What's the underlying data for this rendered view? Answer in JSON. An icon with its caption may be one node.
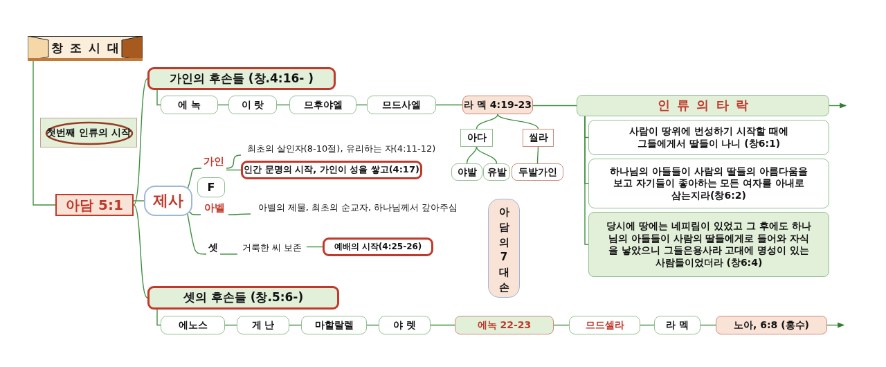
{
  "diagram": {
    "nodes": [
      {
        "text": [
          "창 조 시 대"
        ]
      },
      {
        "text": [
          "첫번째 인류의 시작"
        ]
      },
      {
        "text": [
          "아담 5:1"
        ]
      },
      {
        "text": [
          "제사"
        ]
      },
      {
        "text": [
          "가인의 후손들 (창.4:16- )"
        ]
      },
      {
        "text": [
          "에 녹"
        ]
      },
      {
        "text": [
          "이 랏"
        ]
      },
      {
        "text": [
          "므후야엘"
        ]
      },
      {
        "text": [
          "므드사엘"
        ]
      },
      {
        "text": [
          "라 멕 4:19-23"
        ]
      },
      {
        "text": [
          "인 류 의 타 락"
        ]
      },
      {
        "text": [
          "아다"
        ]
      },
      {
        "text": [
          "씰라"
        ]
      },
      {
        "text": [
          "야발"
        ]
      },
      {
        "text": [
          "유발"
        ]
      },
      {
        "text": [
          "두발가인"
        ]
      },
      {
        "text": [
          "사람이 땅위에 번성하기 시작할 때에 그들에게서 딸들이 나니 (창6:1)"
        ]
      },
      {
        "text": [
          "하나님의 아들들이 사람의 딸들의 아름다움을 보고 자기들이 좋아하는 모든 여자를 아내로 삼는지라(창6:2)"
        ]
      },
      {
        "text": [
          "당시에 땅에는 네피림이 있었고 그 후에도 하나님의 아들들이 사람의 딸들에게로 들어와 자식을 낳았으니 그들은용사라 고대에 명성이 있는 사람들이었더라 (창6:4)"
        ]
      },
      {
        "text": [
          "가인"
        ]
      },
      {
        "text": [
          "최초의 살인자(8-10절), 유리하는 자(4:11-12)"
        ]
      },
      {
        "text": [
          "인간 문명의 시작, 가인이 성을 쌓고(4:17)"
        ]
      },
      {
        "text": [
          "F"
        ]
      },
      {
        "text": [
          "아벨"
        ]
      },
      {
        "text": [
          "아벨의 제물, 최초의 순교자, 하나님께서 갚아주심"
        ]
      },
      {
        "text": [
          "셋"
        ]
      },
      {
        "text": [
          "거룩한 씨 보존"
        ]
      },
      {
        "text": [
          "예배의 시작(4:25-26)"
        ]
      },
      {
        "text": [
          "아담의 7대손"
        ]
      },
      {
        "text": [
          "셋의 후손들 (창.5:6-)"
        ]
      },
      {
        "text": [
          "에노스"
        ]
      },
      {
        "text": [
          "게 난"
        ]
      },
      {
        "text": [
          "마할랄렐"
        ]
      },
      {
        "text": [
          "야 렛"
        ]
      },
      {
        "text": [
          "에녹 22-23"
        ]
      },
      {
        "text": [
          "므드셀라"
        ]
      },
      {
        "text": [
          "라 멕"
        ]
      },
      {
        "text": [
          "노아, 6:8 (홍수)"
        ]
      }
    ],
    "edges": [
      {
        "from": 0,
        "to": 2,
        "arrow": "none"
      },
      {
        "from": 2,
        "to": 3,
        "arrow": "none"
      },
      {
        "from": 2,
        "to": 4,
        "arrow": "none"
      },
      {
        "from": 2,
        "to": 29,
        "arrow": "none"
      },
      {
        "from": 4,
        "to": 5,
        "arrow": "none"
      },
      {
        "from": 5,
        "to": 6,
        "arrow": "none"
      },
      {
        "from": 6,
        "to": 7,
        "arrow": "none"
      },
      {
        "from": 7,
        "to": 8,
        "arrow": "none"
      },
      {
        "from": 8,
        "to": 9,
        "arrow": "none"
      },
      {
        "from": 9,
        "to": 10,
        "arrow": "none"
      },
      {
        "from": 10,
        "to": null,
        "arrow": "to"
      },
      {
        "from": 9,
        "to": 11,
        "arrow": "none"
      },
      {
        "from": 9,
        "to": 12,
        "arrow": "none"
      },
      {
        "from": 11,
        "to": 13,
        "arrow": "none"
      },
      {
        "from": 11,
        "to": 14,
        "arrow": "none"
      },
      {
        "from": 12,
        "to": 15,
        "arrow": "none"
      },
      {
        "from": 10,
        "to": 16,
        "arrow": "none"
      },
      {
        "from": 10,
        "to": 17,
        "arrow": "none"
      },
      {
        "from": 10,
        "to": 18,
        "arrow": "none"
      },
      {
        "from": 3,
        "to": 19,
        "arrow": "none"
      },
      {
        "from": 19,
        "to": 20,
        "arrow": "none"
      },
      {
        "from": 19,
        "to": 21,
        "arrow": "none"
      },
      {
        "from": 3,
        "to": 23,
        "arrow": "none"
      },
      {
        "from": 23,
        "to": 24,
        "arrow": "none"
      },
      {
        "from": 3,
        "to": 25,
        "arrow": "none"
      },
      {
        "from": 25,
        "to": 26,
        "arrow": "none"
      },
      {
        "from": 26,
        "to": 27,
        "arrow": "none"
      },
      {
        "from": 29,
        "to": 30,
        "arrow": "none"
      },
      {
        "from": 30,
        "to": 31,
        "arrow": "none"
      },
      {
        "from": 31,
        "to": 32,
        "arrow": "none"
      },
      {
        "from": 32,
        "to": 33,
        "arrow": "none"
      },
      {
        "from": 33,
        "to": 34,
        "arrow": "none"
      },
      {
        "from": 34,
        "to": 35,
        "arrow": "none"
      },
      {
        "from": 35,
        "to": 36,
        "arrow": "none"
      },
      {
        "from": 36,
        "to": 37,
        "arrow": "none"
      },
      {
        "from": 37,
        "to": null,
        "arrow": "to"
      }
    ]
  }
}
